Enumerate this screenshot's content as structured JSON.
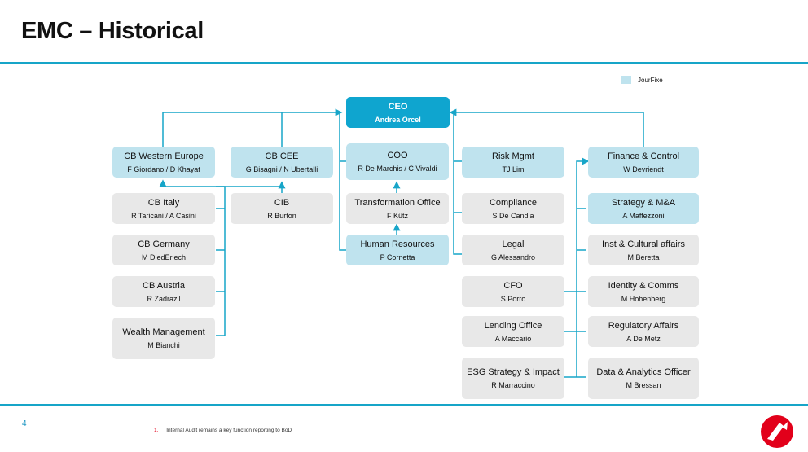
{
  "title": "EMC – Historical",
  "page_number": "4",
  "footnote": {
    "number": "1.",
    "text": "Internal Audit remains a key function reporting to BoD"
  },
  "legend": {
    "label": "JourFixe",
    "color": "#bfe3ee"
  },
  "colors": {
    "accent": "#17a5c8",
    "ceo_fill": "#0fa5cf",
    "jourfixe_fill": "#bfe3ee",
    "grey_fill": "#e8e8e8",
    "logo_red": "#e2001a"
  },
  "boxes": {
    "ceo": {
      "name": "CEO",
      "person": "Andrea Orcel"
    },
    "cb_western_europe": {
      "name": "CB Western Europe",
      "person": "F Giordano / D Khayat"
    },
    "cb_cee": {
      "name": "CB CEE",
      "person": "G Bisagni / N Ubertalli"
    },
    "coo": {
      "name": "COO",
      "person": "R De Marchis / C Vivaldi"
    },
    "risk_mgmt": {
      "name": "Risk Mgmt",
      "person": "TJ Lim"
    },
    "finance_control": {
      "name": "Finance & Control",
      "person": "W Devriendt"
    },
    "cb_italy": {
      "name": "CB Italy",
      "person": "R Taricani / A Casini"
    },
    "cib": {
      "name": "CIB",
      "person": "R Burton"
    },
    "transformation_office": {
      "name": "Transformation Office",
      "person": "F Kütz"
    },
    "compliance": {
      "name": "Compliance",
      "person": "S De Candia"
    },
    "strategy_ma": {
      "name": "Strategy & M&A",
      "person": "A Maffezzoni"
    },
    "cb_germany": {
      "name": "CB Germany",
      "person": "M DiedEriech"
    },
    "human_resources": {
      "name": "Human Resources",
      "person": "P Cornetta"
    },
    "legal": {
      "name": "Legal",
      "person": "G Alessandro"
    },
    "inst_cultural": {
      "name": "Inst & Cultural affairs",
      "person": "M Beretta"
    },
    "cb_austria": {
      "name": "CB Austria",
      "person": "R Zadrazil"
    },
    "cfo": {
      "name": "CFO",
      "person": "S Porro"
    },
    "identity_comms": {
      "name": "Identity & Comms",
      "person": "M Hohenberg"
    },
    "wealth_management": {
      "name": "Wealth Management",
      "person": "M Bianchi"
    },
    "lending_office": {
      "name": "Lending Office",
      "person": "A Maccario"
    },
    "regulatory_affairs": {
      "name": "Regulatory Affairs",
      "person": "A De Metz"
    },
    "esg_strategy": {
      "name": "ESG Strategy & Impact",
      "person": "R Marraccino"
    },
    "data_analytics": {
      "name": "Data & Analytics Officer",
      "person": "M Bressan"
    }
  }
}
